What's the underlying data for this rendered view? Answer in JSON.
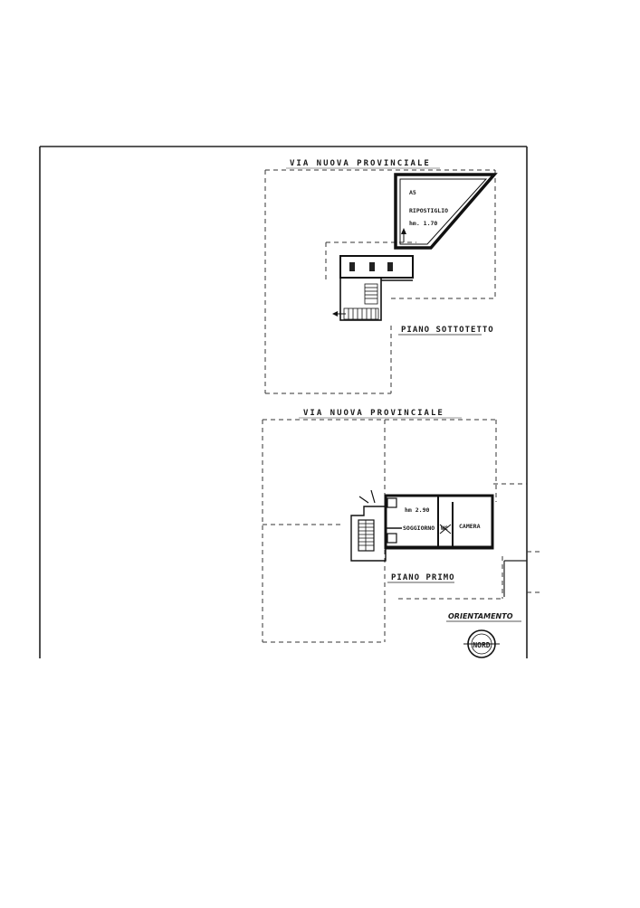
{
  "street_label_top": "VIA NUOVA PROVINCIALE",
  "street_label_bottom": "VIA NUOVA PROVINCIALE",
  "floor_attic": "PIANO SOTTOTETTO",
  "floor_first": "PIANO PRIMO",
  "room_storage": "RIPOSTIGLIO",
  "room_storage_height": "hm. 1.70",
  "room_storage_mark": "A5",
  "room_living": "SOGGIORNO",
  "room_living_height": "hm 2.90",
  "room_bedroom": "CAMERA",
  "room_wc": "WC",
  "orientation_label": "ORIENTAMENTO",
  "compass_text": "NORD"
}
